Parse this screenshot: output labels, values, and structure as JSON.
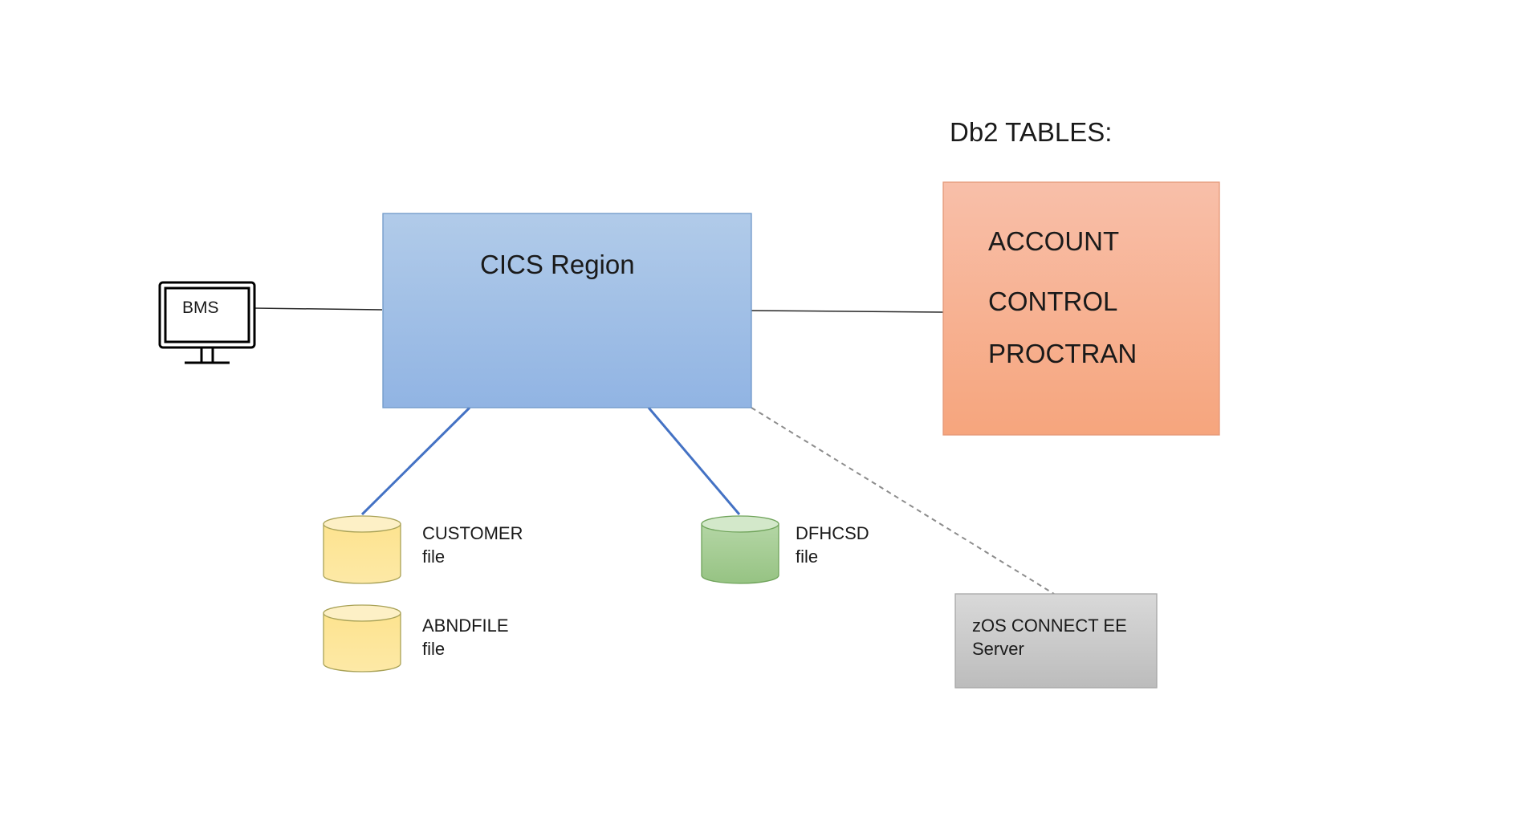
{
  "heading": "Db2 TABLES:",
  "cics_region": {
    "label": "CICS Region"
  },
  "terminal": {
    "label": "BMS",
    "icon": "monitor-icon"
  },
  "db2_tables": [
    "ACCOUNT",
    "CONTROL",
    "PROCTRAN"
  ],
  "files": {
    "customer": {
      "name": "CUSTOMER",
      "type": "file"
    },
    "abndfile": {
      "name": "ABNDFILE",
      "type": "file"
    },
    "dfhcsd": {
      "name": "DFHCSD",
      "type": "file"
    }
  },
  "zos_connect": {
    "line1": "zOS CONNECT EE",
    "line2": "Server"
  },
  "colors": {
    "cics_top": "#b1cbe9",
    "cics_bottom": "#91b4e3",
    "db2_top": "#f8bea8",
    "db2_bottom": "#f6a67f",
    "yellow_cylinder": "#fde69a",
    "green_cylinder": "#a6cc96",
    "server_top": "#d6d6d6",
    "server_bottom": "#bdbdbd",
    "connector_blue": "#4472c4"
  }
}
